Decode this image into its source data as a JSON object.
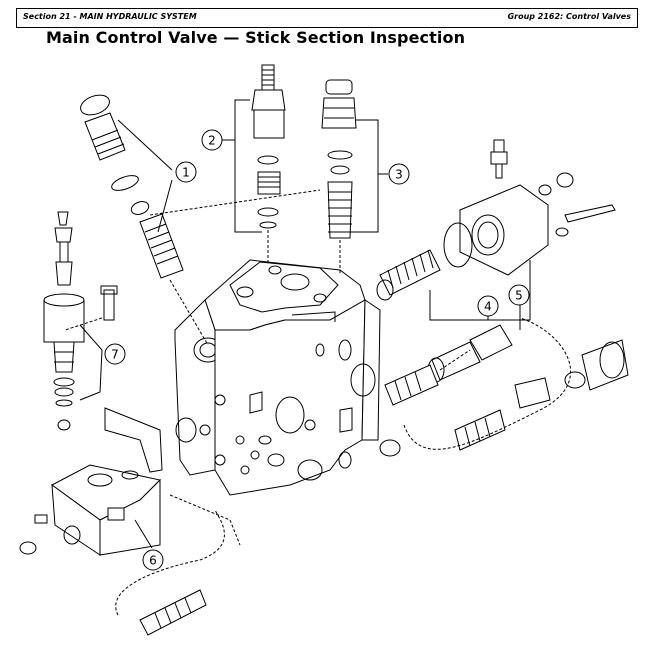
{
  "header": {
    "left": "Section 21 - MAIN HYDRAULIC SYSTEM",
    "right": "Group 2162: Control Valves"
  },
  "title": "Main Control Valve — Stick Section Inspection",
  "callouts": [
    {
      "id": "callout-1",
      "label": "1"
    },
    {
      "id": "callout-2",
      "label": "2"
    },
    {
      "id": "callout-3",
      "label": "3"
    },
    {
      "id": "callout-4",
      "label": "4"
    },
    {
      "id": "callout-5",
      "label": "5"
    },
    {
      "id": "callout-6",
      "label": "6"
    },
    {
      "id": "callout-7",
      "label": "7"
    }
  ]
}
